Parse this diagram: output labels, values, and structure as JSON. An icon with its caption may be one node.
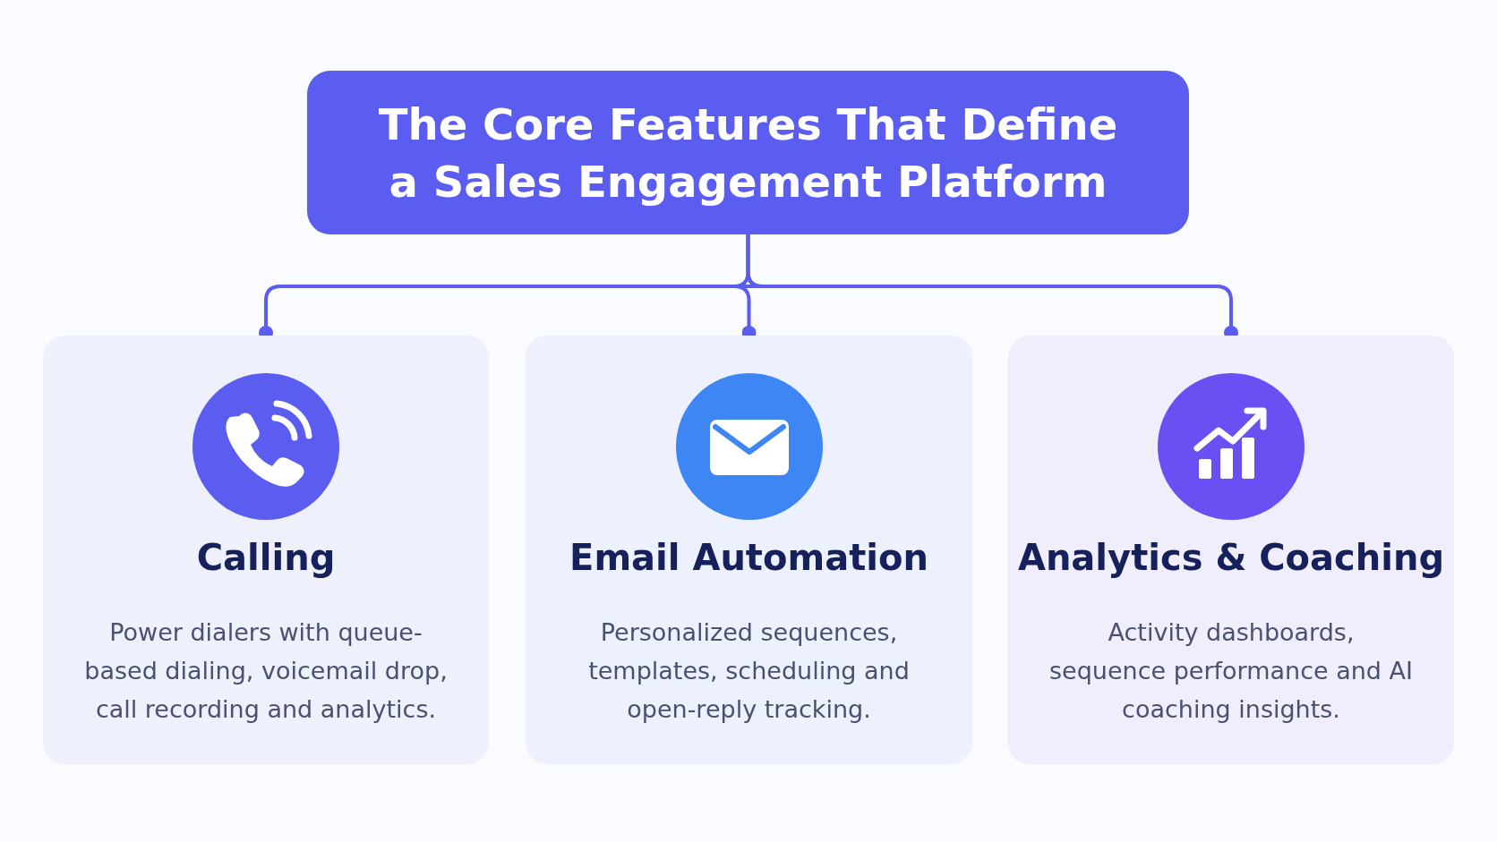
{
  "diagram": {
    "nodes": [
      {
        "text": [
          "The Core Features That Define a Sales Engagement Platform"
        ]
      },
      {
        "text": [
          "Calling",
          "Power dialers with queue-based dialing, voicemail drop, call recording and analytics."
        ]
      },
      {
        "text": [
          "Email Automation",
          "Personalized sequences, templates, scheduling and open-reply tracking."
        ]
      },
      {
        "text": [
          "Analytics & Coaching",
          "Activity dashboards, sequence performance and AI coaching insights."
        ]
      }
    ],
    "edges": [
      {
        "from": 0,
        "to": 1,
        "arrow": "other"
      },
      {
        "from": 0,
        "to": 2,
        "arrow": "other"
      },
      {
        "from": 0,
        "to": 3,
        "arrow": "other"
      }
    ]
  }
}
